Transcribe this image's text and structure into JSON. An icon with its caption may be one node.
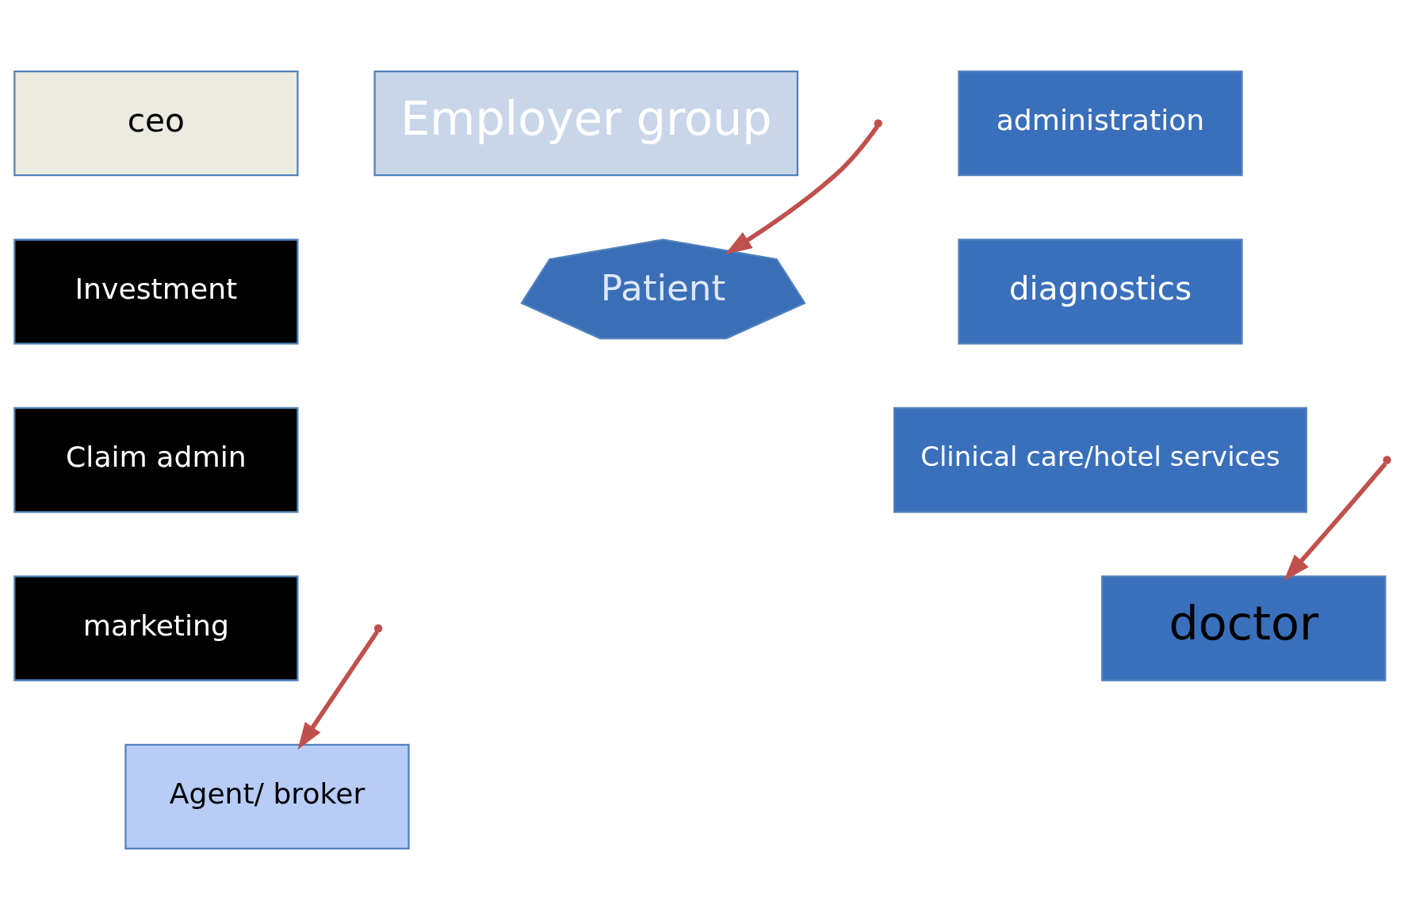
{
  "diagram": {
    "nodes": [
      {
        "text": [
          "ceo"
        ]
      },
      {
        "text": [
          "Investment"
        ]
      },
      {
        "text": [
          "Claim admin"
        ]
      },
      {
        "text": [
          "marketing"
        ]
      },
      {
        "text": [
          "Agent/ broker"
        ]
      },
      {
        "text": [
          "Employer group"
        ]
      },
      {
        "text": [
          "Patient"
        ]
      },
      {
        "text": [
          "administration"
        ]
      },
      {
        "text": [
          "diagnostics"
        ]
      },
      {
        "text": [
          "Clinical care/hotel services"
        ]
      },
      {
        "text": [
          "doctor"
        ]
      }
    ],
    "edges": [
      {
        "from": null,
        "to": 4,
        "arrow": "to"
      },
      {
        "from": null,
        "to": 6,
        "arrow": "to"
      },
      {
        "from": null,
        "to": 10,
        "arrow": "to"
      }
    ]
  }
}
